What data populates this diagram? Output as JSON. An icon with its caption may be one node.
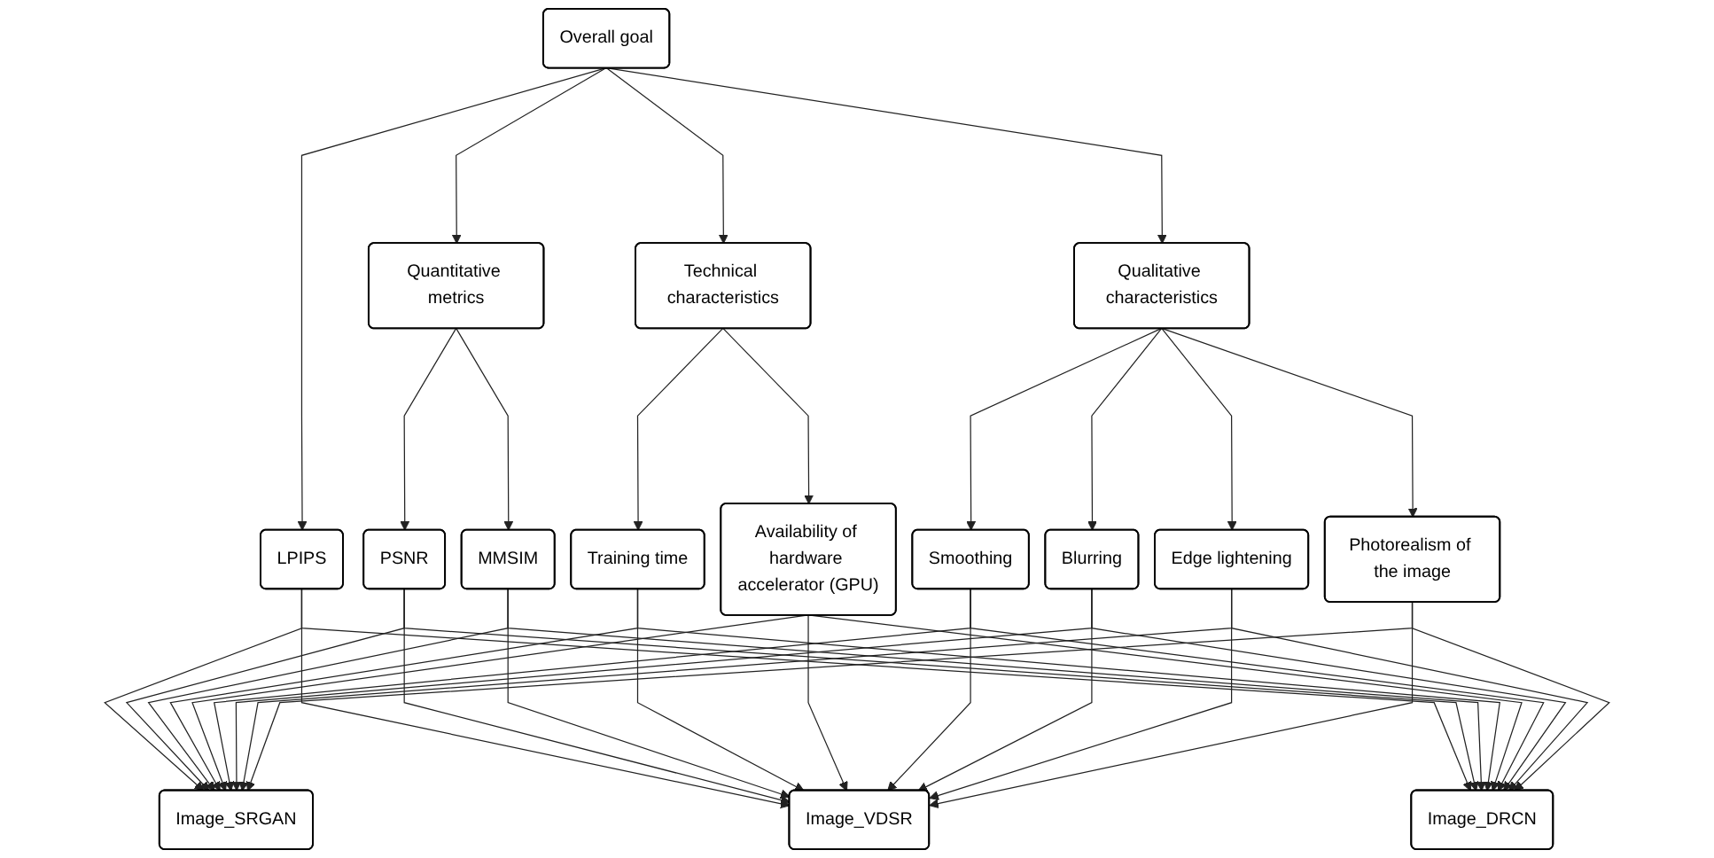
{
  "diagram": {
    "nodes": [
      {
        "text": [
          "Overall goal"
        ]
      },
      {
        "text": [
          "Quantitative metrics"
        ]
      },
      {
        "text": [
          "LPIPS"
        ]
      },
      {
        "text": [
          "Technical characteristics"
        ]
      },
      {
        "text": [
          "Qualitative characteristics"
        ]
      },
      {
        "text": [
          "PSNR"
        ]
      },
      {
        "text": [
          "MMSIM"
        ]
      },
      {
        "text": [
          "Training time"
        ]
      },
      {
        "text": [
          "Availability of hardware accelerator (GPU)"
        ]
      },
      {
        "text": [
          "Smoothing"
        ]
      },
      {
        "text": [
          "Blurring"
        ]
      },
      {
        "text": [
          "Edge lightening"
        ]
      },
      {
        "text": [
          "Photorealism of the image"
        ]
      },
      {
        "text": [
          "Image_SRGAN"
        ]
      },
      {
        "text": [
          "Image_VDSR"
        ]
      },
      {
        "text": [
          "Image_DRCN"
        ]
      }
    ],
    "edges": [
      {
        "from": 0,
        "to": 1,
        "arrow": "to"
      },
      {
        "from": 0,
        "to": 2,
        "arrow": "to"
      },
      {
        "from": 0,
        "to": 3,
        "arrow": "to"
      },
      {
        "from": 0,
        "to": 4,
        "arrow": "to"
      },
      {
        "from": 1,
        "to": 5,
        "arrow": "to"
      },
      {
        "from": 1,
        "to": 6,
        "arrow": "to"
      },
      {
        "from": 3,
        "to": 7,
        "arrow": "to"
      },
      {
        "from": 3,
        "to": 8,
        "arrow": "to"
      },
      {
        "from": 4,
        "to": 9,
        "arrow": "to"
      },
      {
        "from": 4,
        "to": 10,
        "arrow": "to"
      },
      {
        "from": 4,
        "to": 11,
        "arrow": "to"
      },
      {
        "from": 4,
        "to": 12,
        "arrow": "to"
      },
      {
        "from": 2,
        "to": 13,
        "arrow": "to"
      },
      {
        "from": 2,
        "to": 14,
        "arrow": "to"
      },
      {
        "from": 2,
        "to": 15,
        "arrow": "to"
      },
      {
        "from": 5,
        "to": 13,
        "arrow": "to"
      },
      {
        "from": 5,
        "to": 14,
        "arrow": "to"
      },
      {
        "from": 5,
        "to": 15,
        "arrow": "to"
      },
      {
        "from": 6,
        "to": 13,
        "arrow": "to"
      },
      {
        "from": 6,
        "to": 14,
        "arrow": "to"
      },
      {
        "from": 6,
        "to": 15,
        "arrow": "to"
      },
      {
        "from": 7,
        "to": 13,
        "arrow": "to"
      },
      {
        "from": 7,
        "to": 14,
        "arrow": "to"
      },
      {
        "from": 7,
        "to": 15,
        "arrow": "to"
      },
      {
        "from": 8,
        "to": 13,
        "arrow": "to"
      },
      {
        "from": 8,
        "to": 14,
        "arrow": "to"
      },
      {
        "from": 8,
        "to": 15,
        "arrow": "to"
      },
      {
        "from": 9,
        "to": 13,
        "arrow": "to"
      },
      {
        "from": 9,
        "to": 14,
        "arrow": "to"
      },
      {
        "from": 9,
        "to": 15,
        "arrow": "to"
      },
      {
        "from": 10,
        "to": 13,
        "arrow": "to"
      },
      {
        "from": 10,
        "to": 14,
        "arrow": "to"
      },
      {
        "from": 10,
        "to": 15,
        "arrow": "to"
      },
      {
        "from": 11,
        "to": 13,
        "arrow": "to"
      },
      {
        "from": 11,
        "to": 14,
        "arrow": "to"
      },
      {
        "from": 11,
        "to": 15,
        "arrow": "to"
      },
      {
        "from": 12,
        "to": 13,
        "arrow": "to"
      },
      {
        "from": 12,
        "to": 14,
        "arrow": "to"
      },
      {
        "from": 12,
        "to": 15,
        "arrow": "to"
      }
    ]
  }
}
